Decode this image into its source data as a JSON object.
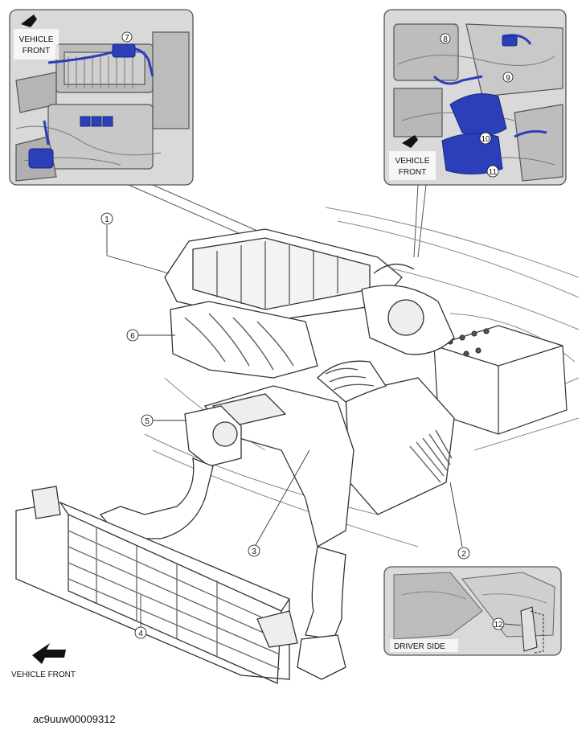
{
  "labels": {
    "vehicle_front_top_left": [
      "VEHICLE",
      "FRONT"
    ],
    "vehicle_front_top_right": [
      "VEHICLE",
      "FRONT"
    ],
    "vehicle_front_bottom": "VEHICLE FRONT",
    "driver_side": "DRIVER SIDE"
  },
  "callouts": [
    "1",
    "2",
    "3",
    "4",
    "5",
    "6",
    "7",
    "8",
    "9",
    "10",
    "11",
    "12"
  ],
  "image_code": "ac9uuw00009312",
  "colors": {
    "highlight_blue": "#2b3fb8",
    "outline": "#333333",
    "inset_bg": "#d9d9d9"
  }
}
